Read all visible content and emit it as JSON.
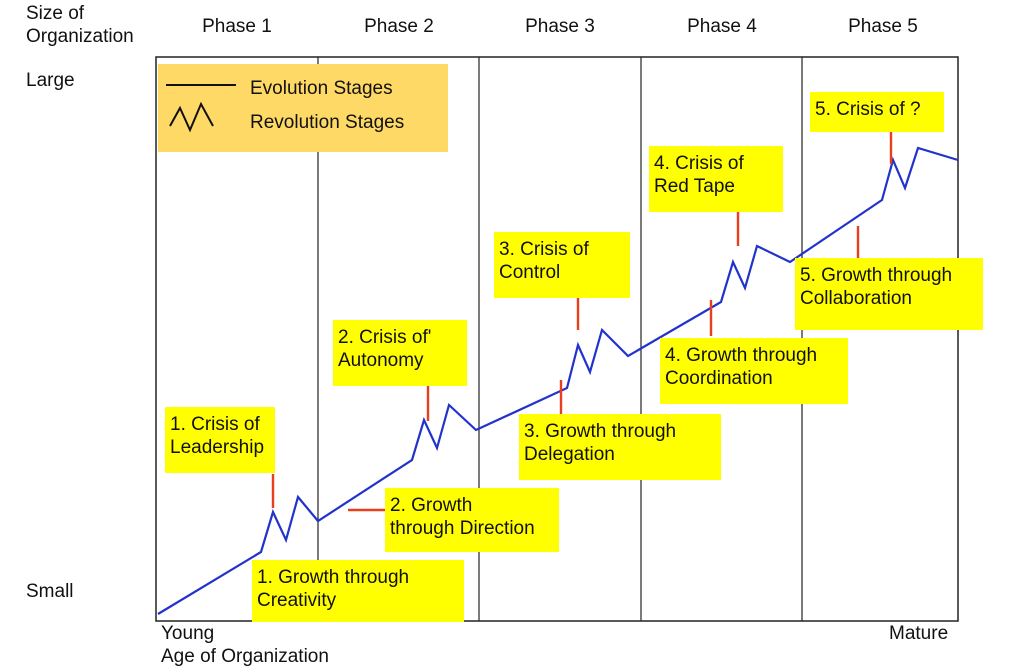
{
  "axis": {
    "y_label_line1": "Size of",
    "y_label_line2": "Organization",
    "y_top": "Large",
    "y_bottom": "Small",
    "x_left": "Young",
    "x_label": "Age of Organization",
    "x_right": "Mature"
  },
  "phases": [
    "Phase 1",
    "Phase 2",
    "Phase 3",
    "Phase 4",
    "Phase 5"
  ],
  "legend": {
    "evolution": "Evolution Stages",
    "revolution": "Revolution Stages"
  },
  "crises": [
    "1. Crisis of\nLeadership",
    "2. Crisis of'\nAutonomy",
    "3. Crisis of\nControl",
    "4. Crisis of\nRed Tape",
    "5. Crisis of ?"
  ],
  "growth": [
    "1. Growth through\nCreativity",
    "2. Growth\nthrough Direction",
    "3. Growth through\nDelegation",
    "4. Growth through\nCoordination",
    "5. Growth through\nCollaboration"
  ],
  "colors": {
    "box": "#ffff00",
    "legend": "#ffd966",
    "growth_line": "#2233cc",
    "connector": "#e8401c",
    "frame": "#222222"
  }
}
